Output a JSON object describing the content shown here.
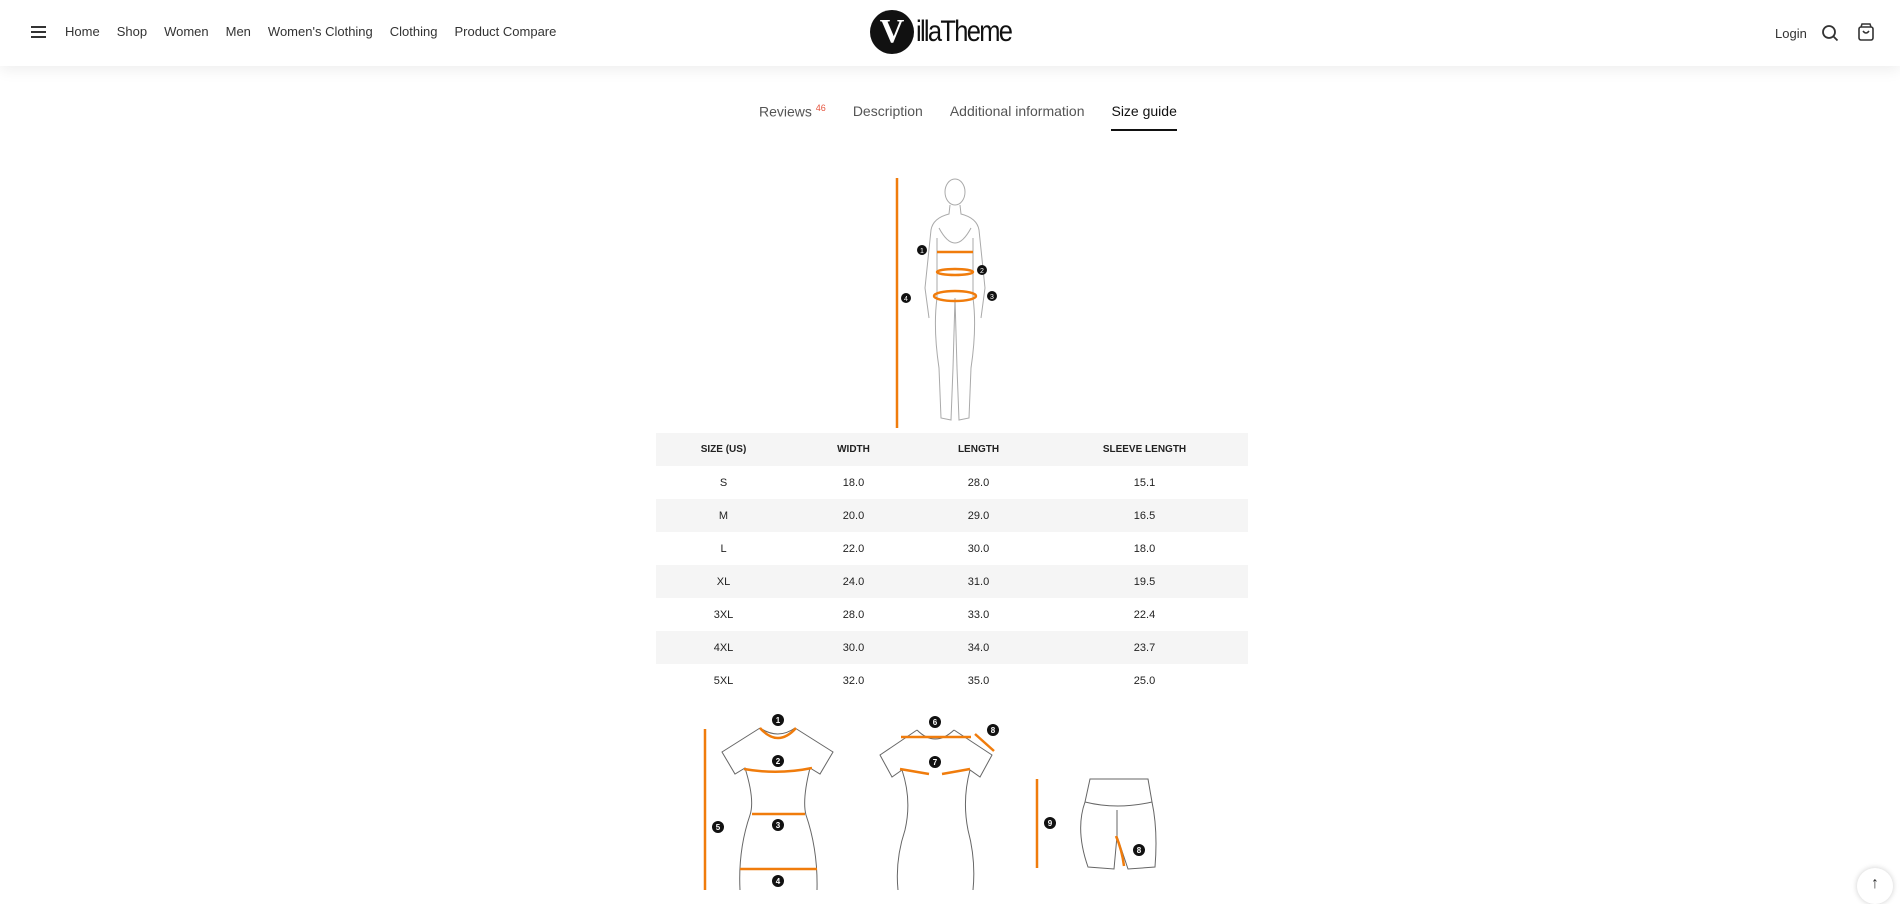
{
  "nav": {
    "links": [
      "Home",
      "Shop",
      "Women",
      "Men",
      "Women's Clothing",
      "Clothing",
      "Product Compare"
    ],
    "logo": "VillaTheme",
    "login": "Login"
  },
  "tabs": [
    {
      "label": "Reviews",
      "count": "46"
    },
    {
      "label": "Description"
    },
    {
      "label": "Additional information"
    },
    {
      "label": "Size guide",
      "active": true
    }
  ],
  "size_table": {
    "headers": [
      "SIZE (US)",
      "WIDTH",
      "LENGTH",
      "SLEEVE LENGTH"
    ],
    "rows": [
      [
        "S",
        "18.0",
        "28.0",
        "15.1"
      ],
      [
        "M",
        "20.0",
        "29.0",
        "16.5"
      ],
      [
        "L",
        "22.0",
        "30.0",
        "18.0"
      ],
      [
        "XL",
        "24.0",
        "31.0",
        "19.5"
      ],
      [
        "3XL",
        "28.0",
        "33.0",
        "22.4"
      ],
      [
        "4XL",
        "30.0",
        "34.0",
        "23.7"
      ],
      [
        "5XL",
        "32.0",
        "35.0",
        "25.0"
      ]
    ]
  },
  "figure_markers": [
    "1",
    "2",
    "3",
    "4"
  ],
  "garment_markers": [
    "1",
    "2",
    "3",
    "4",
    "5",
    "6",
    "7",
    "8",
    "8",
    "9"
  ],
  "colors": {
    "accent": "#f07c0c",
    "badge": "#e5533d"
  }
}
